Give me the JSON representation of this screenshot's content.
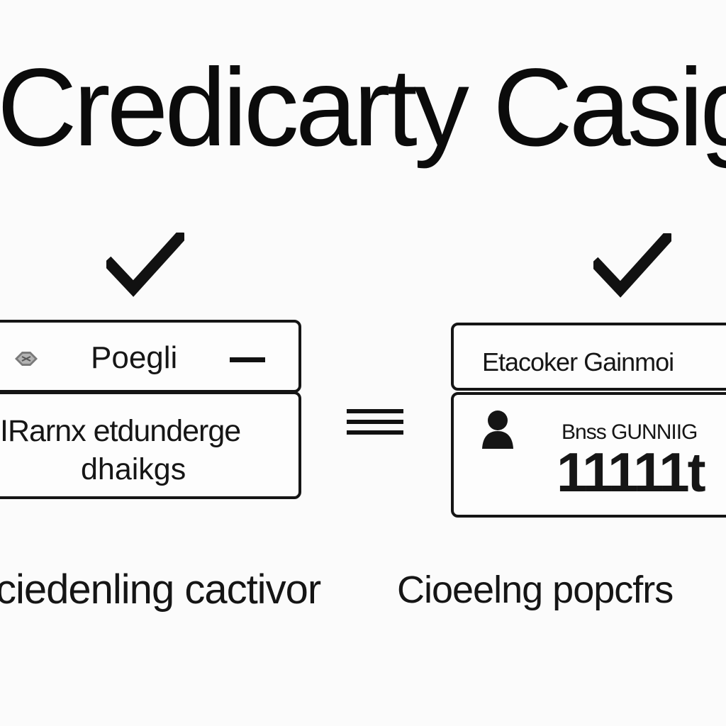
{
  "title": "Credicarty Casig",
  "left_panel": {
    "top_box_label": "Poegli",
    "bottom_box_line1": "IRarnx etdunderge",
    "bottom_box_line2": "dhaikgs",
    "caption": "ciedenling cactivor"
  },
  "right_panel": {
    "top_box_label": "Etacoker Gainmoi",
    "bottom_box_label": "Bnss GUNNIIG",
    "bottom_box_number": "11111t",
    "caption": "Cioeelng popcfrs"
  },
  "icons": {
    "left_check": "check-icon",
    "right_check": "check-icon",
    "diamond": "diamond-icon",
    "minus": "minus-icon",
    "equals": "equals-icon",
    "person": "person-icon"
  },
  "colors": {
    "ink": "#111111",
    "background": "#fbfbfb"
  }
}
